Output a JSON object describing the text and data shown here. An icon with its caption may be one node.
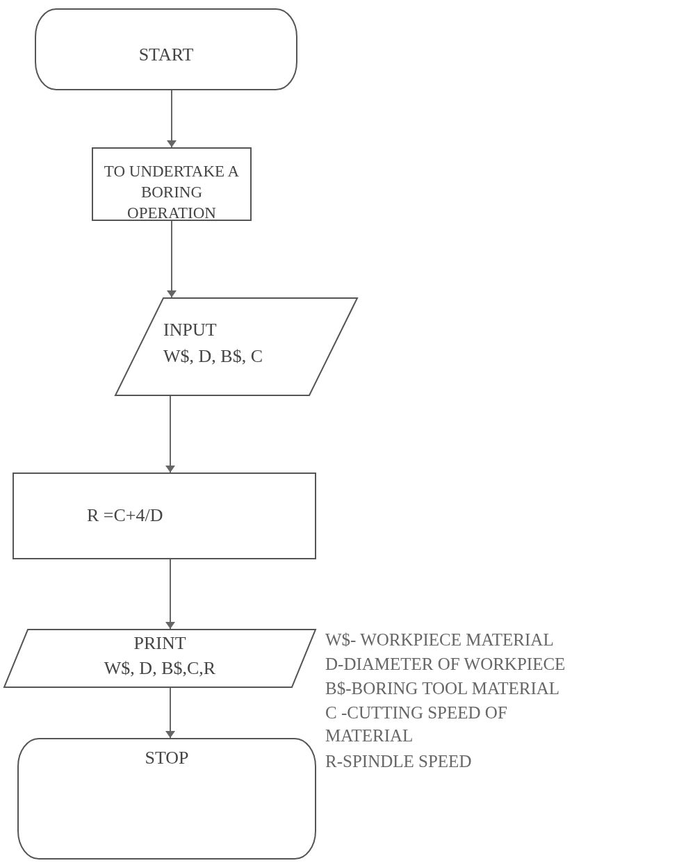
{
  "diagram": {
    "nodes": [
      {
        "text": [
          "START"
        ]
      },
      {
        "text": [
          "TO UNDERTAKE A BORING OPERATION"
        ]
      },
      {
        "text": [
          "INPUT",
          "W$, D, B$, C"
        ]
      },
      {
        "text": [
          "R =C+4/D"
        ]
      },
      {
        "text": [
          "PRINT",
          "W$, D, B$,C,R"
        ]
      },
      {
        "text": [
          "STOP"
        ]
      }
    ],
    "edges": [
      {
        "from": 0,
        "to": 1,
        "arrow": "to"
      },
      {
        "from": 1,
        "to": 2,
        "arrow": "to"
      },
      {
        "from": 2,
        "to": 3,
        "arrow": "to"
      },
      {
        "from": 3,
        "to": 4,
        "arrow": "to"
      },
      {
        "from": 4,
        "to": 5,
        "arrow": "to"
      }
    ],
    "labels": [
      "W$- WORKPIECE MATERIAL",
      "D-DIAMETER OF WORKPIECE",
      "B$-BORING TOOL MATERIAL",
      "C -CUTTING SPEED OF MATERIAL",
      "R-SPINDLE SPEED"
    ]
  }
}
